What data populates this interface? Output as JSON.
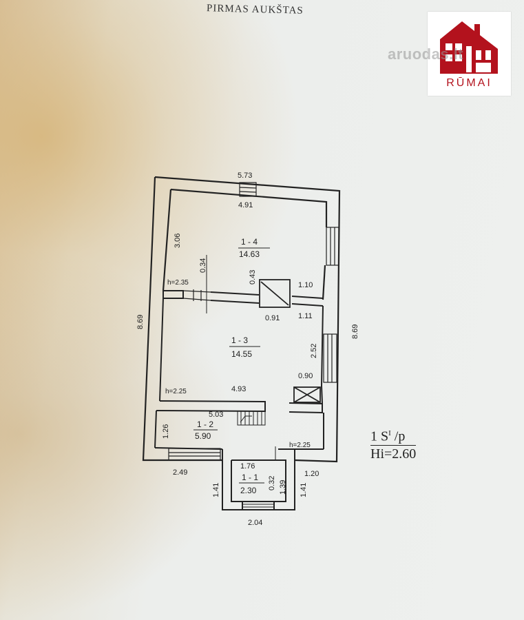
{
  "title": "PIRMAS AUKŠTAS",
  "logo": {
    "watermark": "aruodas.lt",
    "subtext": "RŪMAI",
    "brand_color": "#b3121d"
  },
  "scale": {
    "line1": "1 S",
    "sup": "I",
    "line1_suffix": "/p",
    "line2": "Hi=2.60"
  },
  "rooms": [
    {
      "id": "1 - 4",
      "area": "14.63"
    },
    {
      "id": "1 - 3",
      "area": "14.55"
    },
    {
      "id": "1 - 2",
      "area": "5.90"
    },
    {
      "id": "1 - 1",
      "area": "2.30"
    }
  ],
  "dimensions": {
    "top_outer": "5.73",
    "top_inner": "4.91",
    "left_outer": "8.69",
    "right_outer": "8.69",
    "r4_height": "3.06",
    "r4_wall": "0.34",
    "r4_h": "h=2.35",
    "d043": "0.43",
    "d110": "1.10",
    "d091": "0.91",
    "d111": "1.11",
    "r3_height": "2.52",
    "d090": "0.90",
    "r3_h": "h=2.25",
    "r3_width": "4.93",
    "r2_width": "5.03",
    "r2_height": "1.26",
    "r2_h": "h=2.25",
    "d249": "2.49",
    "d176": "1.76",
    "d141a": "1.41",
    "d032": "0.32",
    "d139": "1.39",
    "d141b": "1.41",
    "d120": "1.20",
    "d204": "2.04"
  }
}
